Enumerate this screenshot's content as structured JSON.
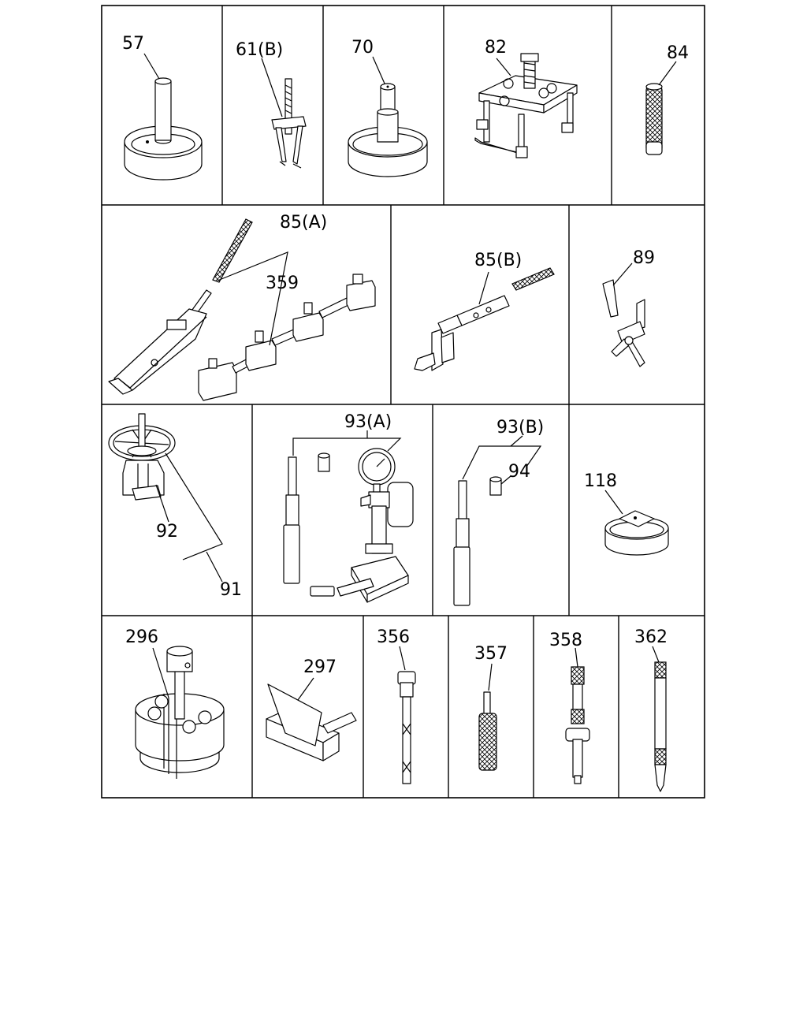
{
  "callouts": [
    {
      "id": "57",
      "text": "57"
    },
    {
      "id": "61b",
      "text": "61(B)"
    },
    {
      "id": "70",
      "text": "70"
    },
    {
      "id": "82",
      "text": "82"
    },
    {
      "id": "84",
      "text": "84"
    },
    {
      "id": "85a",
      "text": "85(A)"
    },
    {
      "id": "359",
      "text": "359"
    },
    {
      "id": "85b",
      "text": "85(B)"
    },
    {
      "id": "89",
      "text": "89"
    },
    {
      "id": "92",
      "text": "92"
    },
    {
      "id": "91",
      "text": "91"
    },
    {
      "id": "93a",
      "text": "93(A)"
    },
    {
      "id": "93b",
      "text": "93(B)"
    },
    {
      "id": "94",
      "text": "94"
    },
    {
      "id": "118",
      "text": "118"
    },
    {
      "id": "296",
      "text": "296"
    },
    {
      "id": "297",
      "text": "297"
    },
    {
      "id": "356",
      "text": "356"
    },
    {
      "id": "357",
      "text": "357"
    },
    {
      "id": "358",
      "text": "358"
    },
    {
      "id": "362",
      "text": "362"
    }
  ]
}
